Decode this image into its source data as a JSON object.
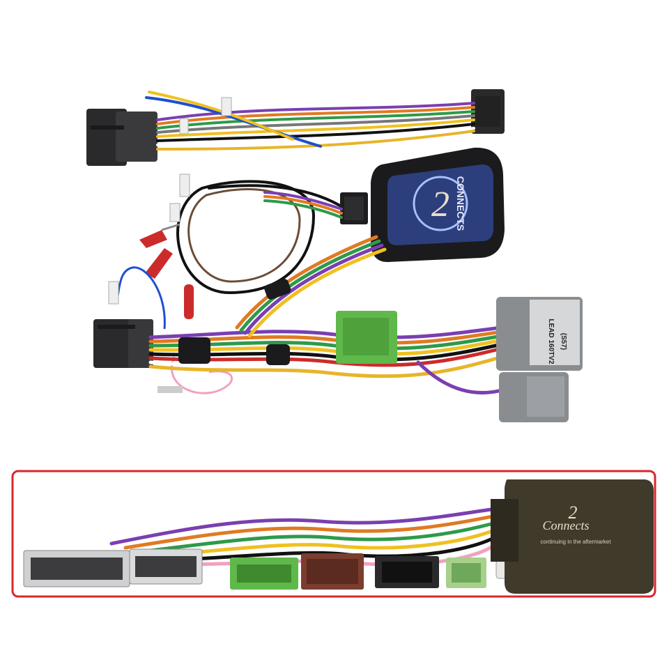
{
  "harness": {
    "lead_label_line1": "LEAD 160TV2",
    "lead_label_line2": "(S57)",
    "module_brand": "CONNECTS",
    "module_brand_numeral": "2"
  },
  "inset": {
    "frame_color": "#d9262b",
    "module_brand": "Connects",
    "module_brand_numeral": "2",
    "module_tagline": "continuing in the aftermarket"
  },
  "colors": {
    "connector_black": "#2a2a2c",
    "connector_grey": "#8a8d90",
    "connector_green": "#5fb84a",
    "connector_brown": "#7a3d2e",
    "module_body": "#3f3a2a",
    "module_logo_bg": "#2c3f7c"
  }
}
